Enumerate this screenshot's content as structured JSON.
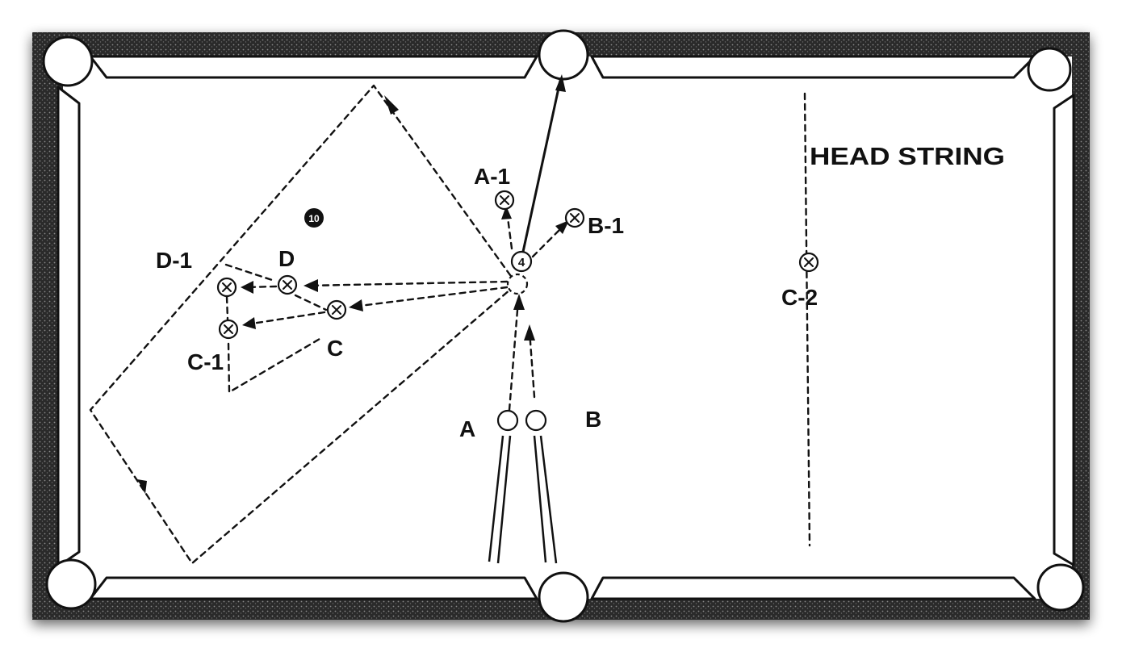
{
  "diagram": {
    "head_string_label": "HEAD STRING",
    "ball_labels": {
      "a1": "A-1",
      "b1": "B-1",
      "d1": "D-1",
      "d": "D",
      "c": "C",
      "c1": "C-1",
      "c2": "C-2",
      "a": "A",
      "b": "B"
    },
    "object_ball_number": "4",
    "other_ball_number": "10",
    "colors": {
      "rail": "#2b2b2b",
      "cloth": "#ffffff",
      "ink": "#111111"
    }
  }
}
